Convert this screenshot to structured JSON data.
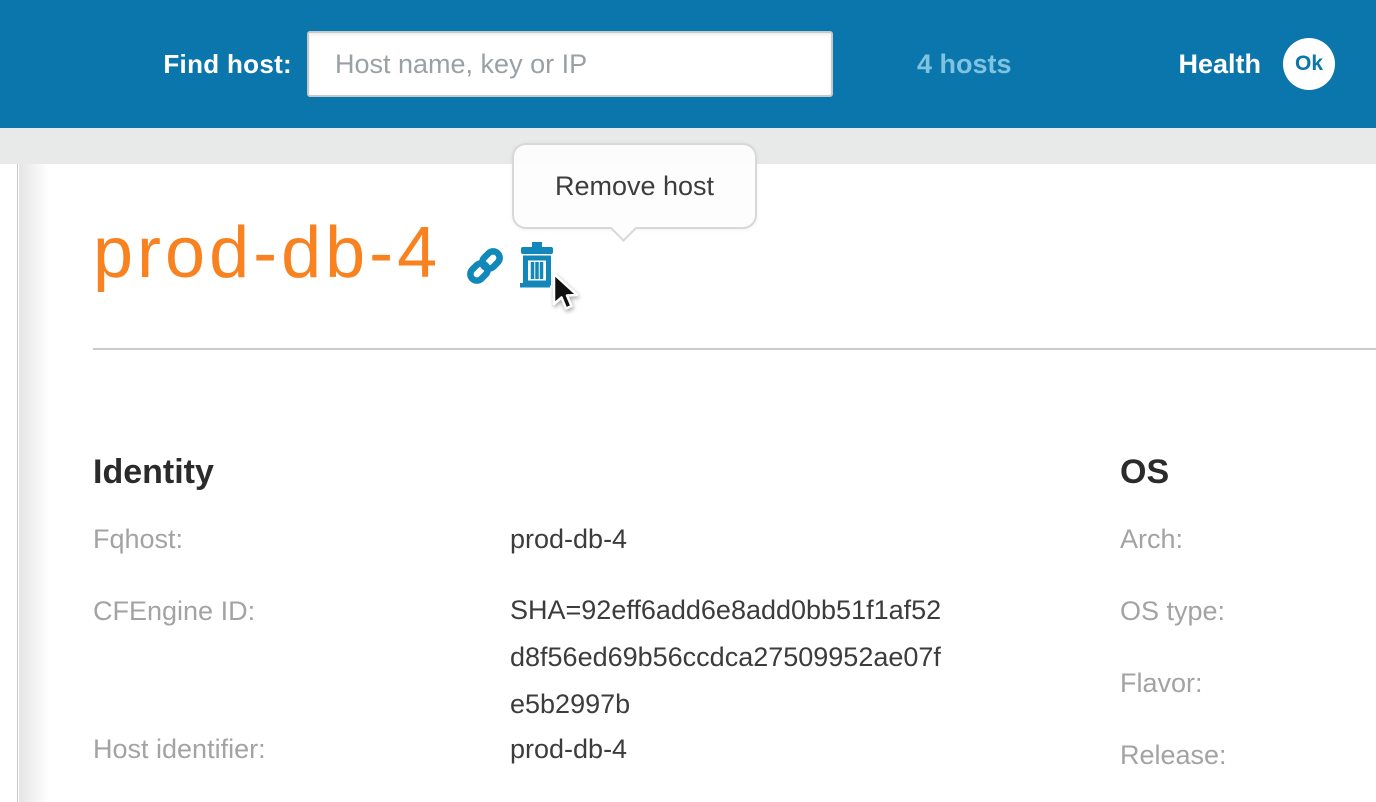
{
  "colors": {
    "header_bg": "#0a76ab",
    "accent_orange": "#f8821f",
    "icon_blue": "#1287b9",
    "hosts_count_blue": "#7fc3e1",
    "label_gray": "#a3a3a3",
    "text_dark": "#3c3c3c",
    "strip_gray": "#e8e9e9"
  },
  "header": {
    "find_host_label": "Find host:",
    "search_placeholder": "Host name, key or IP",
    "search_value": "",
    "hosts_count": "4 hosts",
    "health_label": "Health",
    "health_status": "Ok"
  },
  "tooltip": {
    "text": "Remove host"
  },
  "host": {
    "title": "prod-db-4",
    "icons": {
      "link": "link-icon",
      "remove": "trash-icon",
      "pointer": "cursor-icon"
    }
  },
  "identity": {
    "heading": "Identity",
    "rows": [
      {
        "label": "Fqhost:",
        "value": "prod-db-4"
      },
      {
        "label": "CFEngine ID:",
        "value": "SHA=92eff6add6e8add0bb51f1af52d8f56ed69b56ccdca27509952ae07fe5b2997b"
      },
      {
        "label": "Host identifier:",
        "value": "prod-db-4"
      }
    ]
  },
  "os": {
    "heading": "OS",
    "rows": [
      {
        "label": "Arch:",
        "value": ""
      },
      {
        "label": "OS type:",
        "value": ""
      },
      {
        "label": "Flavor:",
        "value": ""
      },
      {
        "label": "Release:",
        "value": ""
      }
    ]
  }
}
